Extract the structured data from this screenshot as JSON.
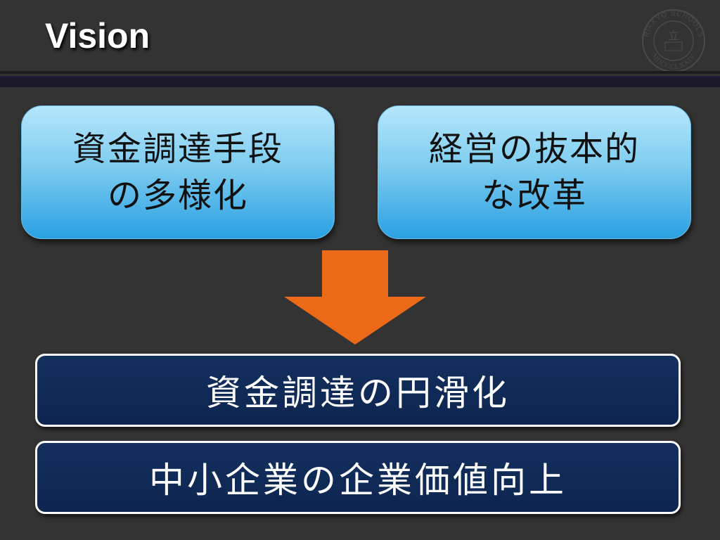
{
  "slide": {
    "title": "Vision",
    "seal": {
      "top_text": "RIKKYO SCHOOLS",
      "bottom_text": "MDCCCLXXIV",
      "center_glyph": "立",
      "icon": "school-seal-icon"
    },
    "box_left": {
      "line1": "資金調達手段",
      "line2": "の多様化"
    },
    "box_right": {
      "line1": "経営の抜本的",
      "line2": "な改革"
    },
    "arrow": {
      "icon": "down-arrow-icon",
      "color": "#ec6a17"
    },
    "result_1": "資金調達の円滑化",
    "result_2": "中小企業の企業価値向上",
    "colors": {
      "background": "#333333",
      "navy": "#0f2855",
      "light_blue": "#7fcdf0"
    }
  }
}
